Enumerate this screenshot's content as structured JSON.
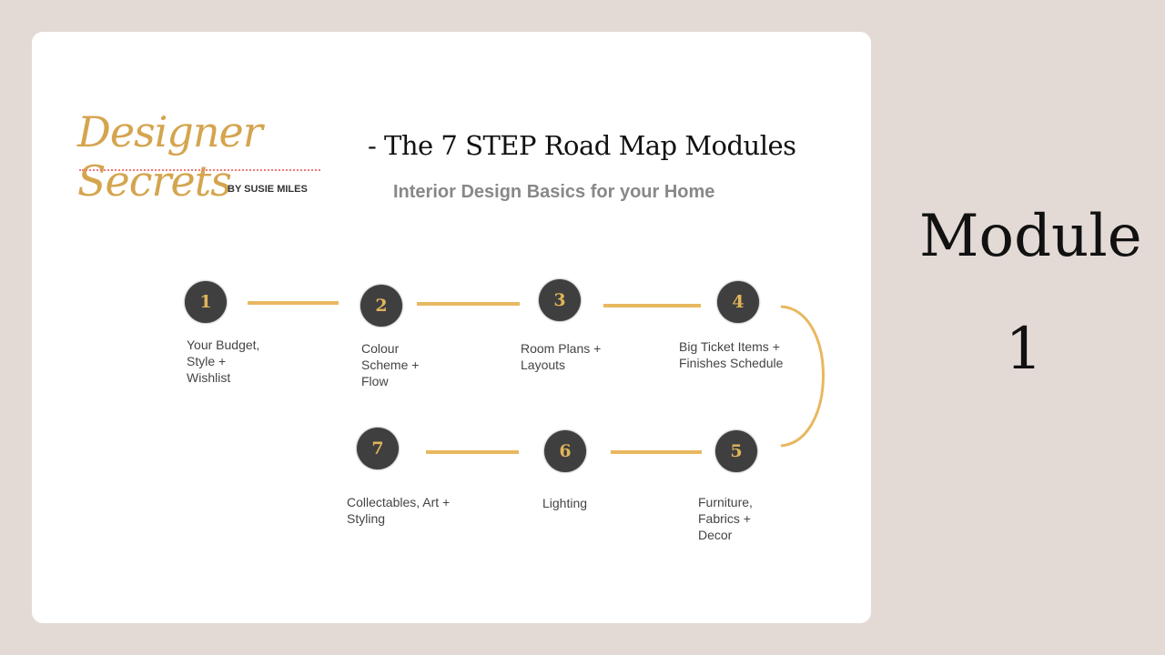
{
  "logo": {
    "script": "Designer Secrets",
    "byline": "BY SUSIE MILES"
  },
  "header": {
    "title": "- The 7 STEP Road Map Modules",
    "subtitle": "Interior Design Basics for your Home"
  },
  "steps": [
    {
      "number": "1",
      "label": [
        "Your Budget,",
        "Style +",
        "Wishlist"
      ]
    },
    {
      "number": "2",
      "label": [
        "Colour",
        "Scheme +",
        "Flow"
      ]
    },
    {
      "number": "3",
      "label": [
        "Room Plans +",
        "Layouts"
      ]
    },
    {
      "number": "4",
      "label": [
        "Big Ticket Items +",
        "Finishes Schedule"
      ]
    },
    {
      "number": "5",
      "label": [
        "Furniture,",
        "Fabrics +",
        "Decor"
      ]
    },
    {
      "number": "6",
      "label": [
        "Lighting"
      ]
    },
    {
      "number": "7",
      "label": [
        "Collectables, Art +",
        "Styling"
      ]
    }
  ],
  "side": {
    "word": "Module",
    "number": "1"
  },
  "colors": {
    "accent": "#e8b860",
    "circle": "#3f3f3f",
    "background": "#e3dad5"
  }
}
